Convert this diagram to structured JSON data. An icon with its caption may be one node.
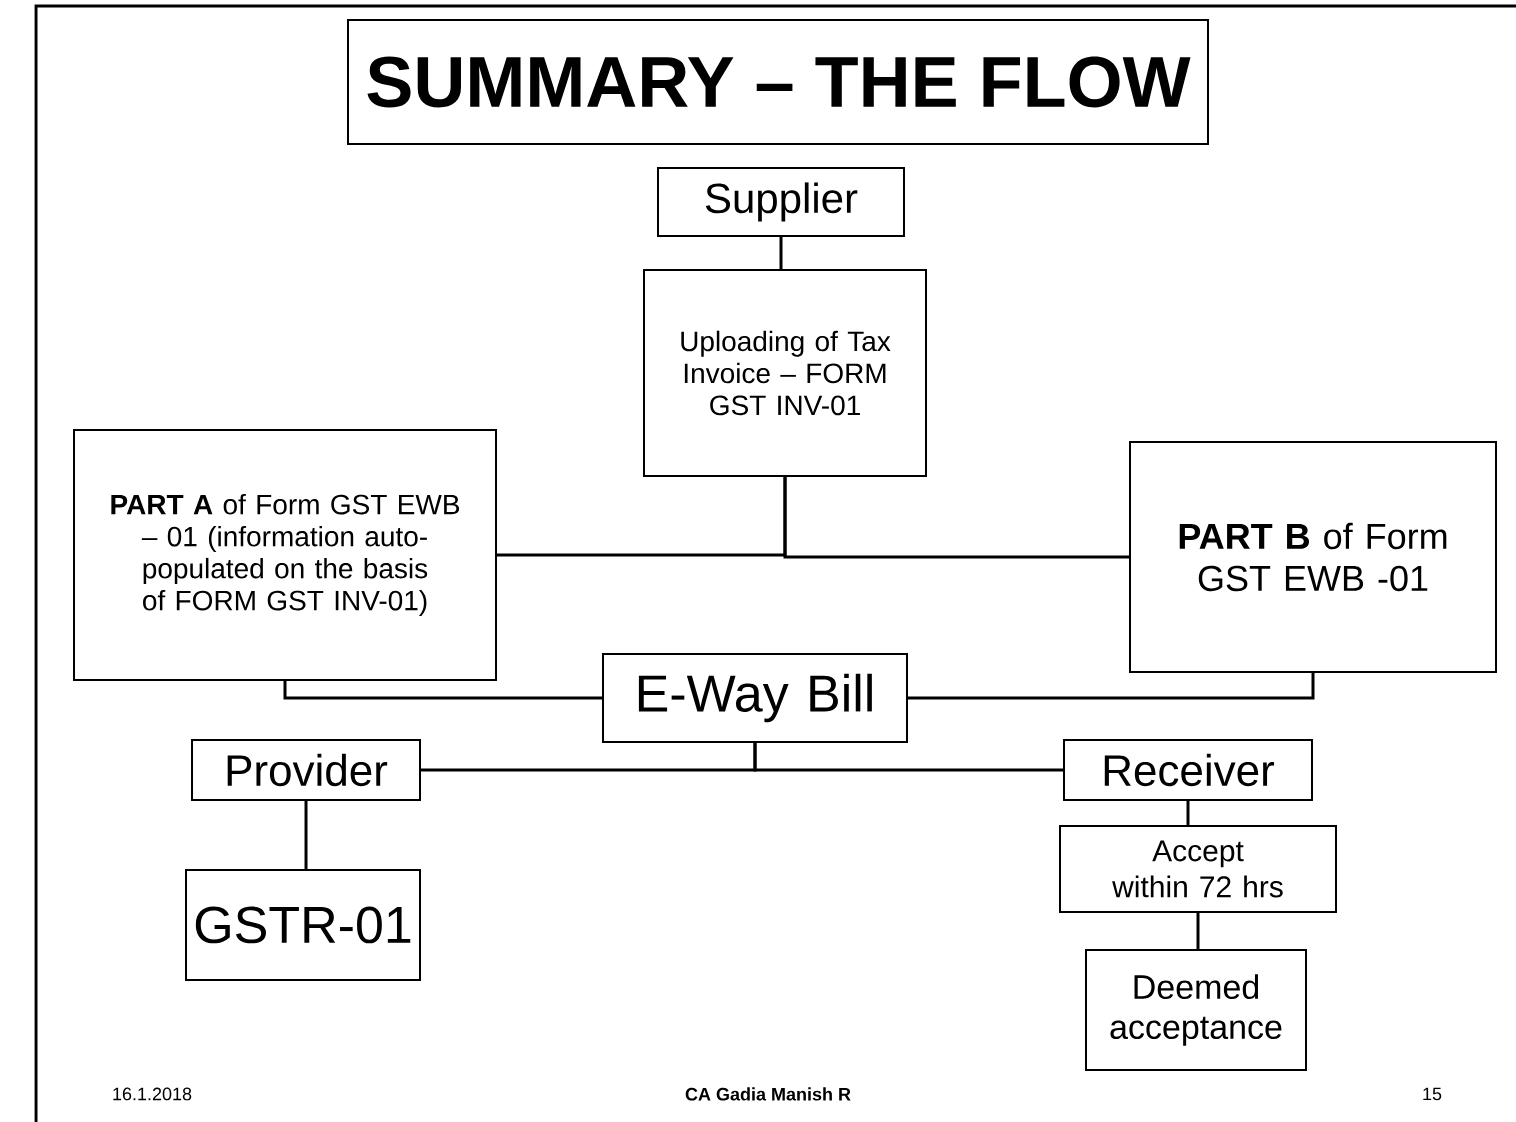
{
  "diagram": {
    "title": "SUMMARY – THE FLOW",
    "nodes": [
      {
        "text": [
          "Supplier"
        ]
      },
      {
        "text": [
          "Uploading of Tax Invoice – FORM GST INV-01"
        ]
      },
      {
        "text": [
          "**PART A** of Form GST EWB – 01 (information auto-populated on the basis of FORM GST INV-01)"
        ]
      },
      {
        "text": [
          "**PART B** of Form GST EWB -01"
        ]
      },
      {
        "text": [
          "E-Way Bill"
        ]
      },
      {
        "text": [
          "Provider"
        ]
      },
      {
        "text": [
          "Receiver"
        ]
      },
      {
        "text": [
          "GSTR-01"
        ]
      },
      {
        "text": [
          "Accept within 72 hrs"
        ]
      },
      {
        "text": [
          "Deemed acceptance"
        ]
      }
    ],
    "edges": [
      {
        "from": 0,
        "to": 1,
        "arrow": "none"
      },
      {
        "from": 1,
        "to": 2,
        "arrow": "none"
      },
      {
        "from": 1,
        "to": 3,
        "arrow": "none"
      },
      {
        "from": 2,
        "to": 4,
        "arrow": "none"
      },
      {
        "from": 3,
        "to": 4,
        "arrow": "none"
      },
      {
        "from": 4,
        "to": 5,
        "arrow": "none"
      },
      {
        "from": 4,
        "to": 6,
        "arrow": "none"
      },
      {
        "from": 5,
        "to": 7,
        "arrow": "none"
      },
      {
        "from": 6,
        "to": 8,
        "arrow": "none"
      },
      {
        "from": 8,
        "to": 9,
        "arrow": "none"
      }
    ],
    "labels": [
      "16.1.2018",
      "CA Gadia Manish R",
      "15"
    ]
  }
}
